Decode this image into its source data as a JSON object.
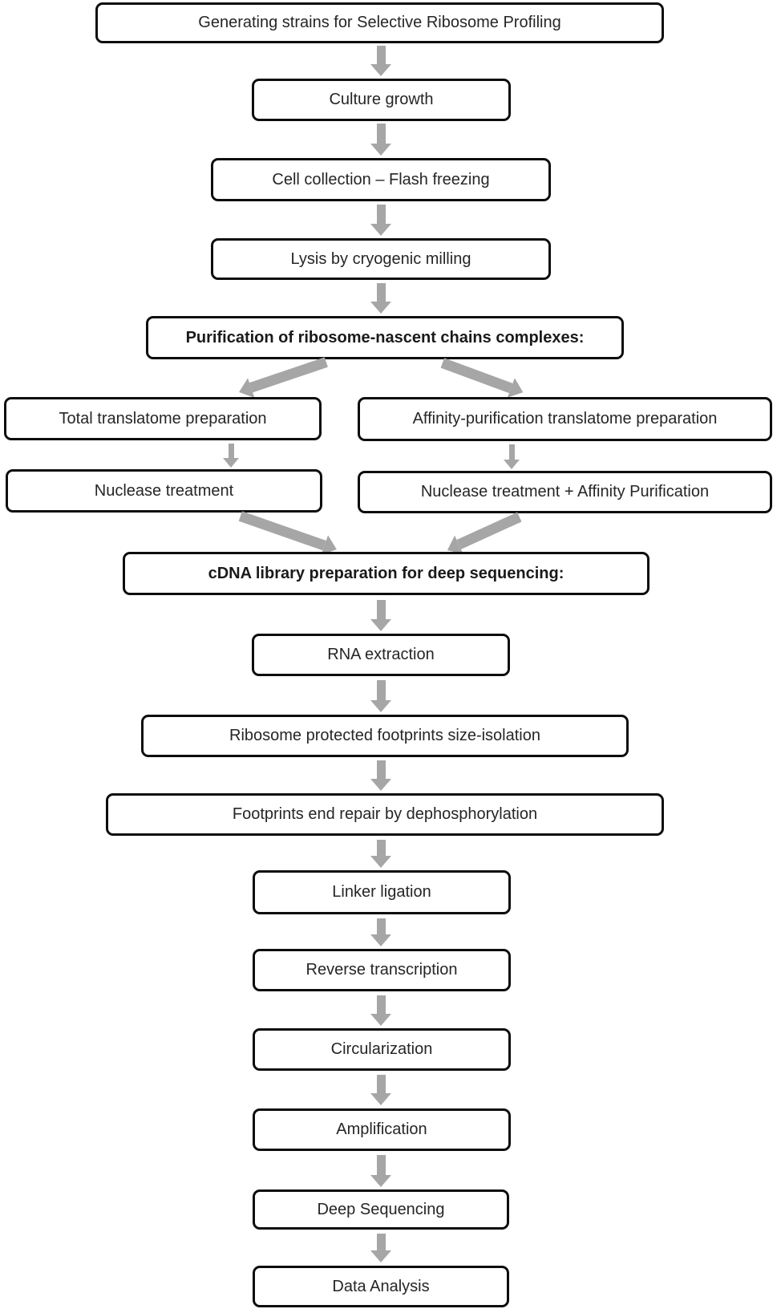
{
  "colors": {
    "box_fill": "#ffffff",
    "box_border": "#0d0d0d",
    "text": "#262626",
    "arrow": "#a6a6a6"
  },
  "nodes": [
    {
      "id": "generating-strains",
      "label": "Generating strains for Selective Ribosome Profiling",
      "bold": false
    },
    {
      "id": "culture-growth",
      "label": "Culture growth",
      "bold": false
    },
    {
      "id": "cell-collection",
      "label": "Cell collection – Flash freezing",
      "bold": false
    },
    {
      "id": "lysis",
      "label": "Lysis by cryogenic milling",
      "bold": false
    },
    {
      "id": "purification-header",
      "label": "Purification of ribosome-nascent chains complexes:",
      "bold": true
    },
    {
      "id": "total-translatome",
      "label": "Total translatome preparation",
      "bold": false
    },
    {
      "id": "affinity-translatome",
      "label": "Affinity-purification translatome preparation",
      "bold": false
    },
    {
      "id": "nuclease-treatment",
      "label": "Nuclease treatment",
      "bold": false
    },
    {
      "id": "nuclease-affinity",
      "label": "Nuclease treatment + Affinity Purification",
      "bold": false
    },
    {
      "id": "cdna-library-header",
      "label": "cDNA library preparation for deep sequencing:",
      "bold": true
    },
    {
      "id": "rna-extraction",
      "label": "RNA extraction",
      "bold": false
    },
    {
      "id": "footprints-size-isolation",
      "label": "Ribosome protected footprints size-isolation",
      "bold": false
    },
    {
      "id": "footprints-end-repair",
      "label": "Footprints end repair by dephosphorylation",
      "bold": false
    },
    {
      "id": "linker-ligation",
      "label": "Linker ligation",
      "bold": false
    },
    {
      "id": "reverse-transcription",
      "label": "Reverse transcription",
      "bold": false
    },
    {
      "id": "circularization",
      "label": "Circularization",
      "bold": false
    },
    {
      "id": "amplification",
      "label": "Amplification",
      "bold": false
    },
    {
      "id": "deep-sequencing",
      "label": "Deep Sequencing",
      "bold": false
    },
    {
      "id": "data-analysis",
      "label": "Data Analysis",
      "bold": false
    }
  ]
}
